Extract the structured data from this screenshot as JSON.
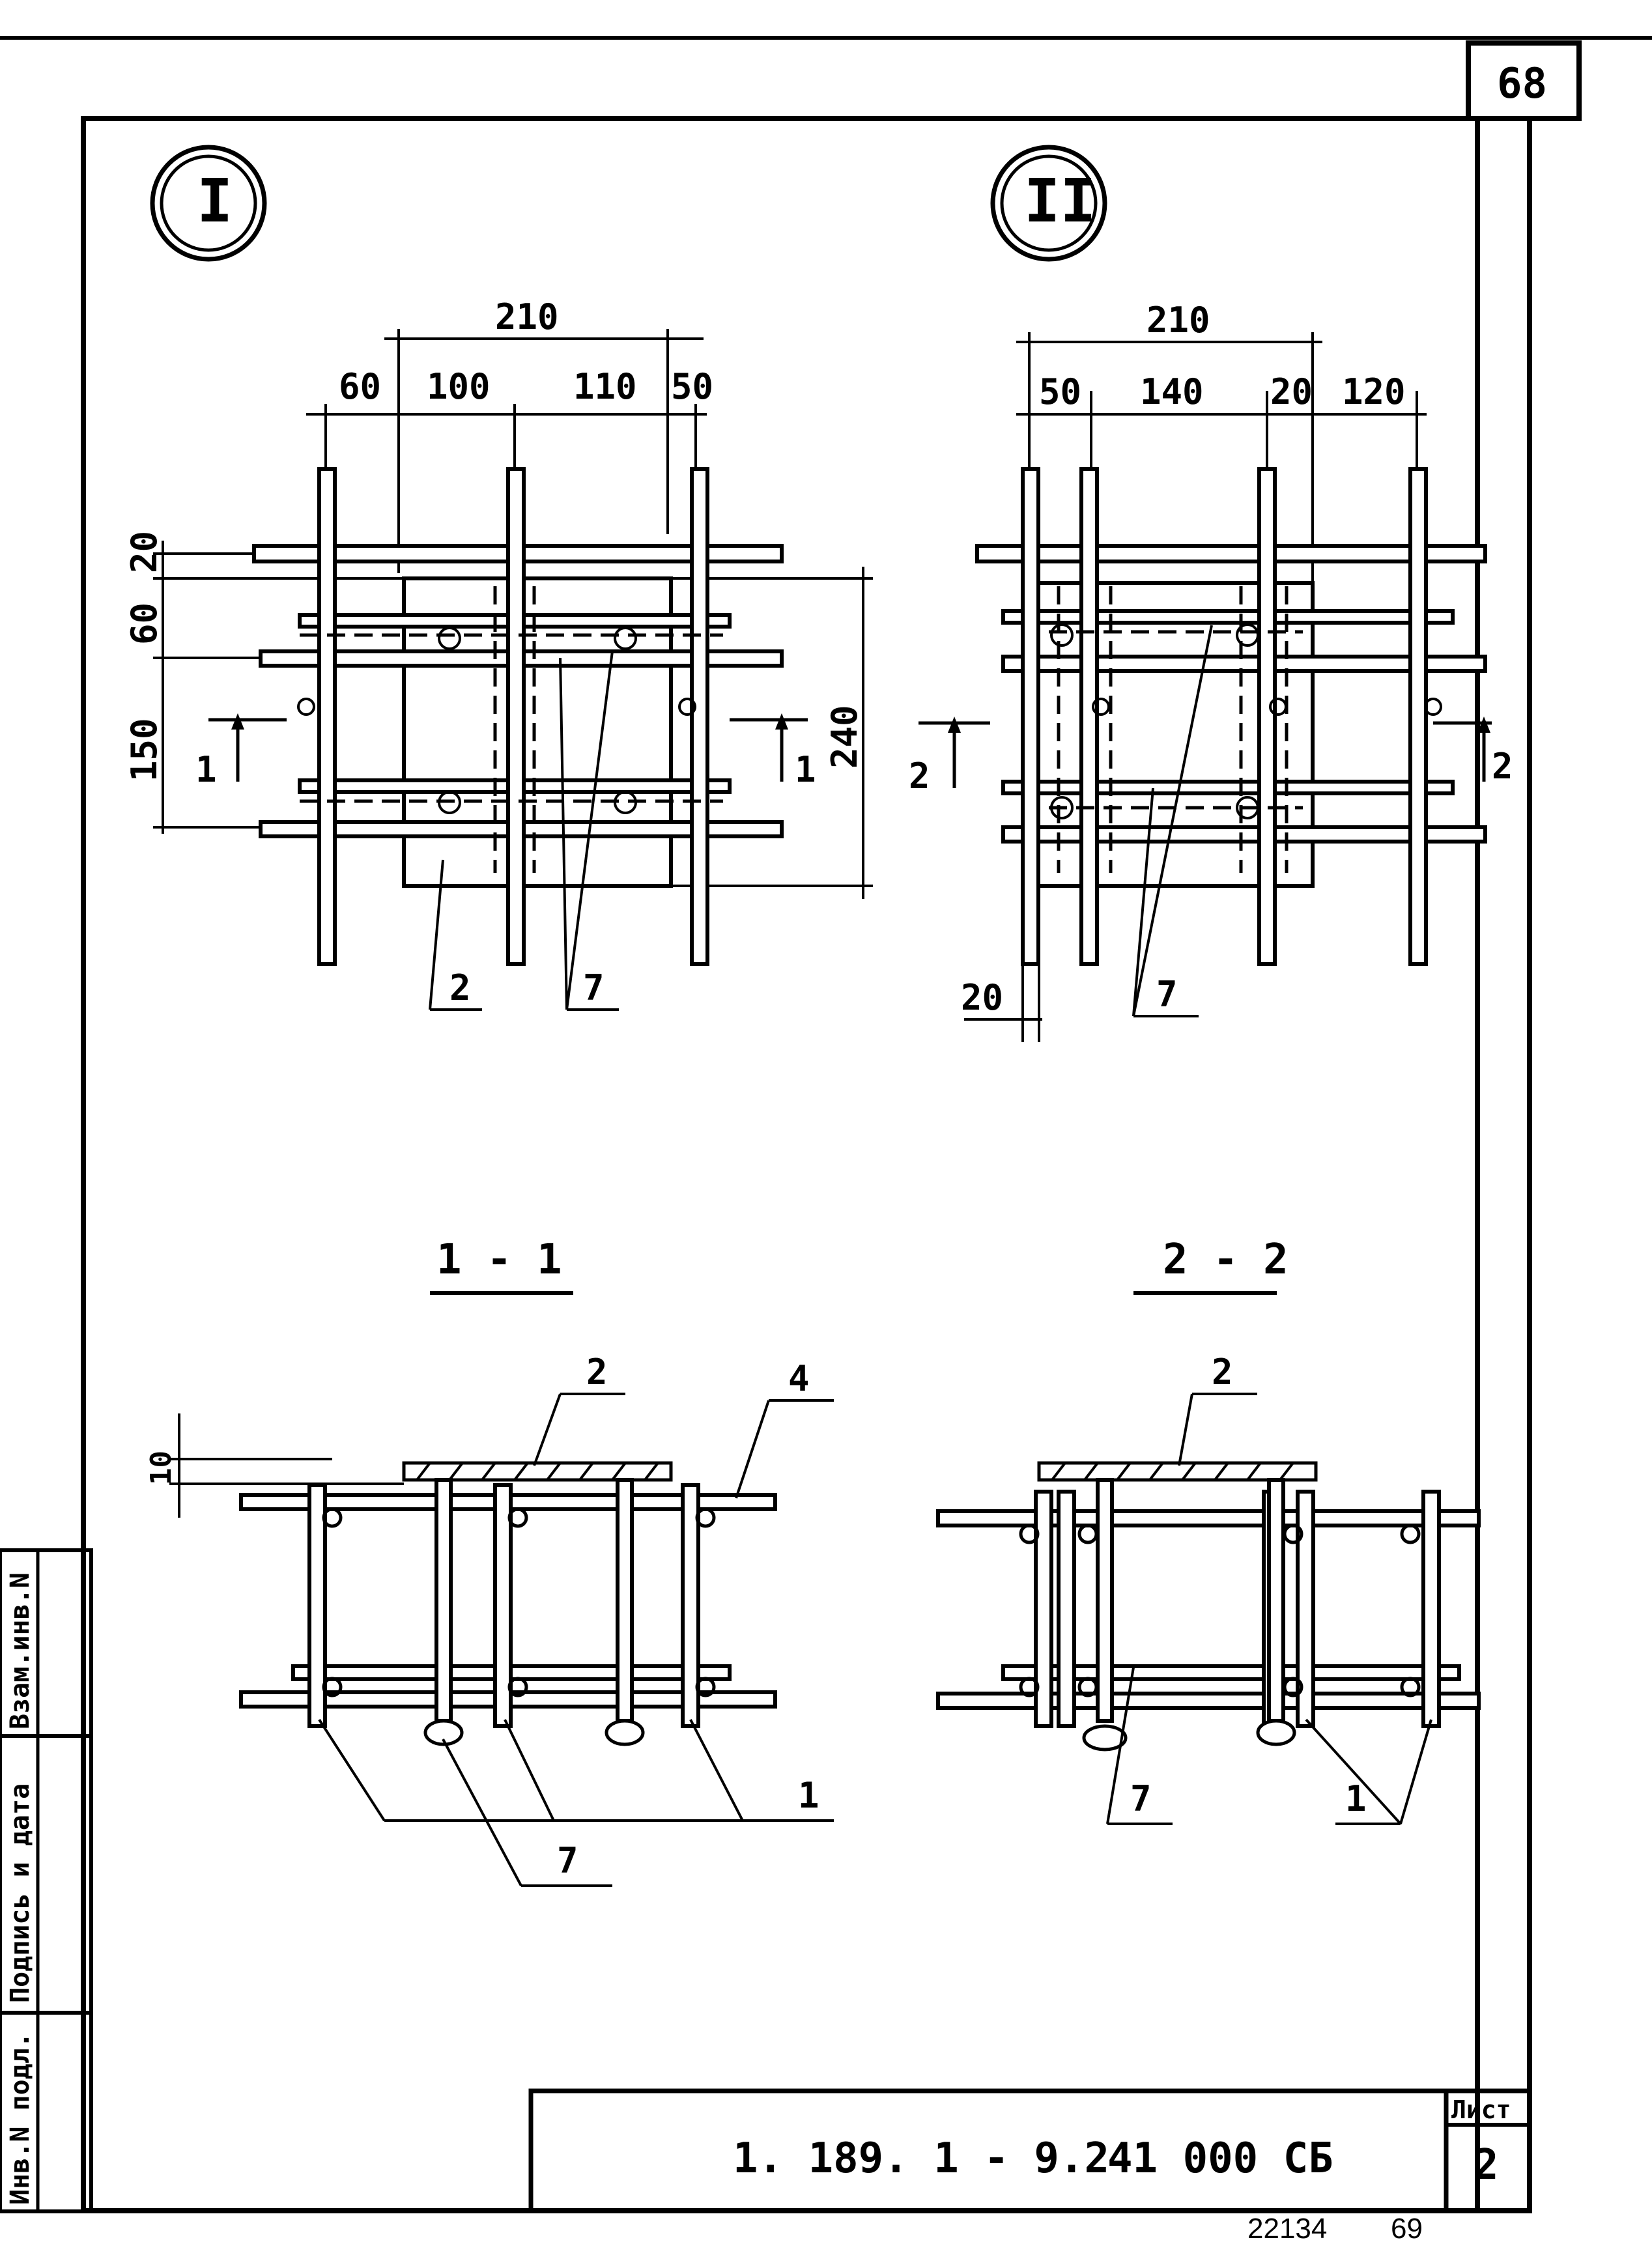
{
  "sheet": {
    "page_number": "68",
    "document_code": "1. 189. 1 - 9.2",
    "drawing_number": "41 000 СБ",
    "sheet_label": "Лист",
    "sheet_number": "2",
    "archive_number": "22134",
    "archive_sheet": "69"
  },
  "side_stamp": {
    "inv_podl": "Инв.N подл.",
    "signature_date": "Подпись и дата",
    "vzam_inv": "Взам.инв.N"
  },
  "views": {
    "view1": {
      "marker": "I",
      "dim_total": "210",
      "dims_top": [
        "60",
        "100",
        "110",
        "50"
      ],
      "dims_left": [
        "20",
        "60",
        "150"
      ],
      "dim_right": "240",
      "section_marks": [
        "1",
        "1"
      ],
      "callouts": [
        "2",
        "7"
      ]
    },
    "view2": {
      "marker": "II",
      "dim_total": "210",
      "dims_top": [
        "50",
        "140",
        "20",
        "120"
      ],
      "dim_bottom": "20",
      "section_marks": [
        "2",
        "2"
      ],
      "callouts": [
        "7"
      ]
    }
  },
  "sections": {
    "s11": {
      "title": "1 - 1",
      "dim": "10",
      "callouts": [
        "2",
        "4",
        "7",
        "1"
      ]
    },
    "s22": {
      "title": "2 - 2",
      "callouts": [
        "2",
        "7",
        "1"
      ]
    }
  }
}
